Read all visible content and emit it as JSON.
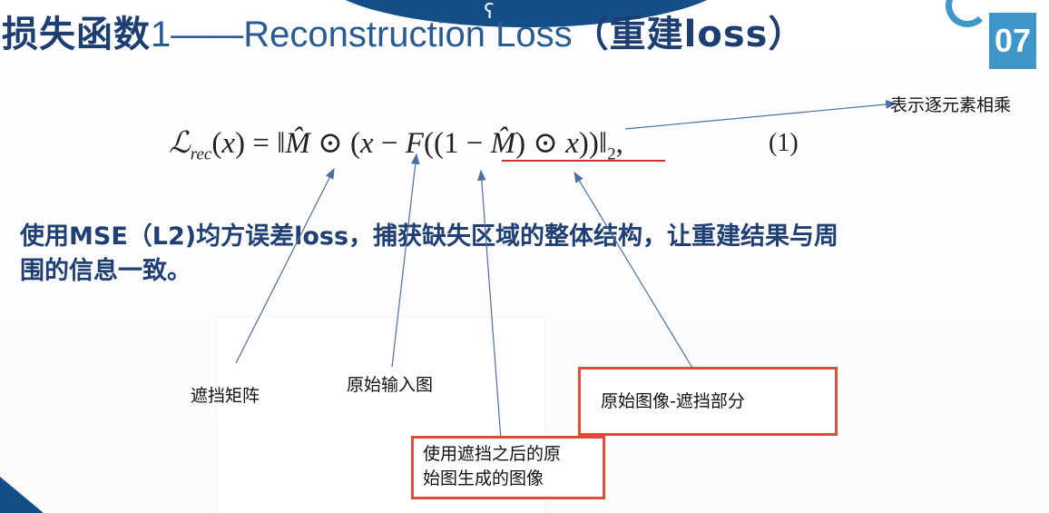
{
  "slide": {
    "page_number": "07",
    "title_bold": "损失函数",
    "title_light": "1——Reconstruction Loss",
    "title_suffix": "（重建loss）"
  },
  "equation": {
    "latex": "\\mathcal{L}_{rec}(x) = \\|\\hat{M} \\odot (x - F((1-\\hat{M}) \\odot x))\\|_2,",
    "number": "(1)"
  },
  "description": {
    "line1": "使用MSE（L2)均方误差loss，捕获缺失区域的整体结构，让重建结果与周",
    "line2": "围的信息一致。"
  },
  "annotations": {
    "elementwise": "表示逐元素相乘",
    "mask_matrix": "遮挡矩阵",
    "original_input": "原始输入图",
    "generated_line1": "使用遮挡之后的原",
    "generated_line2": "始图生成的图像",
    "original_minus_masked": "原始图像-遮挡部分"
  },
  "colors": {
    "title": "#1d3e72",
    "accent_blue": "#3e97c8",
    "dark_blue": "#134e88",
    "annotation_red": "#e24a3a"
  },
  "icons": {
    "top_wave_icon": "swirl-icon",
    "badge": "page-badge"
  }
}
